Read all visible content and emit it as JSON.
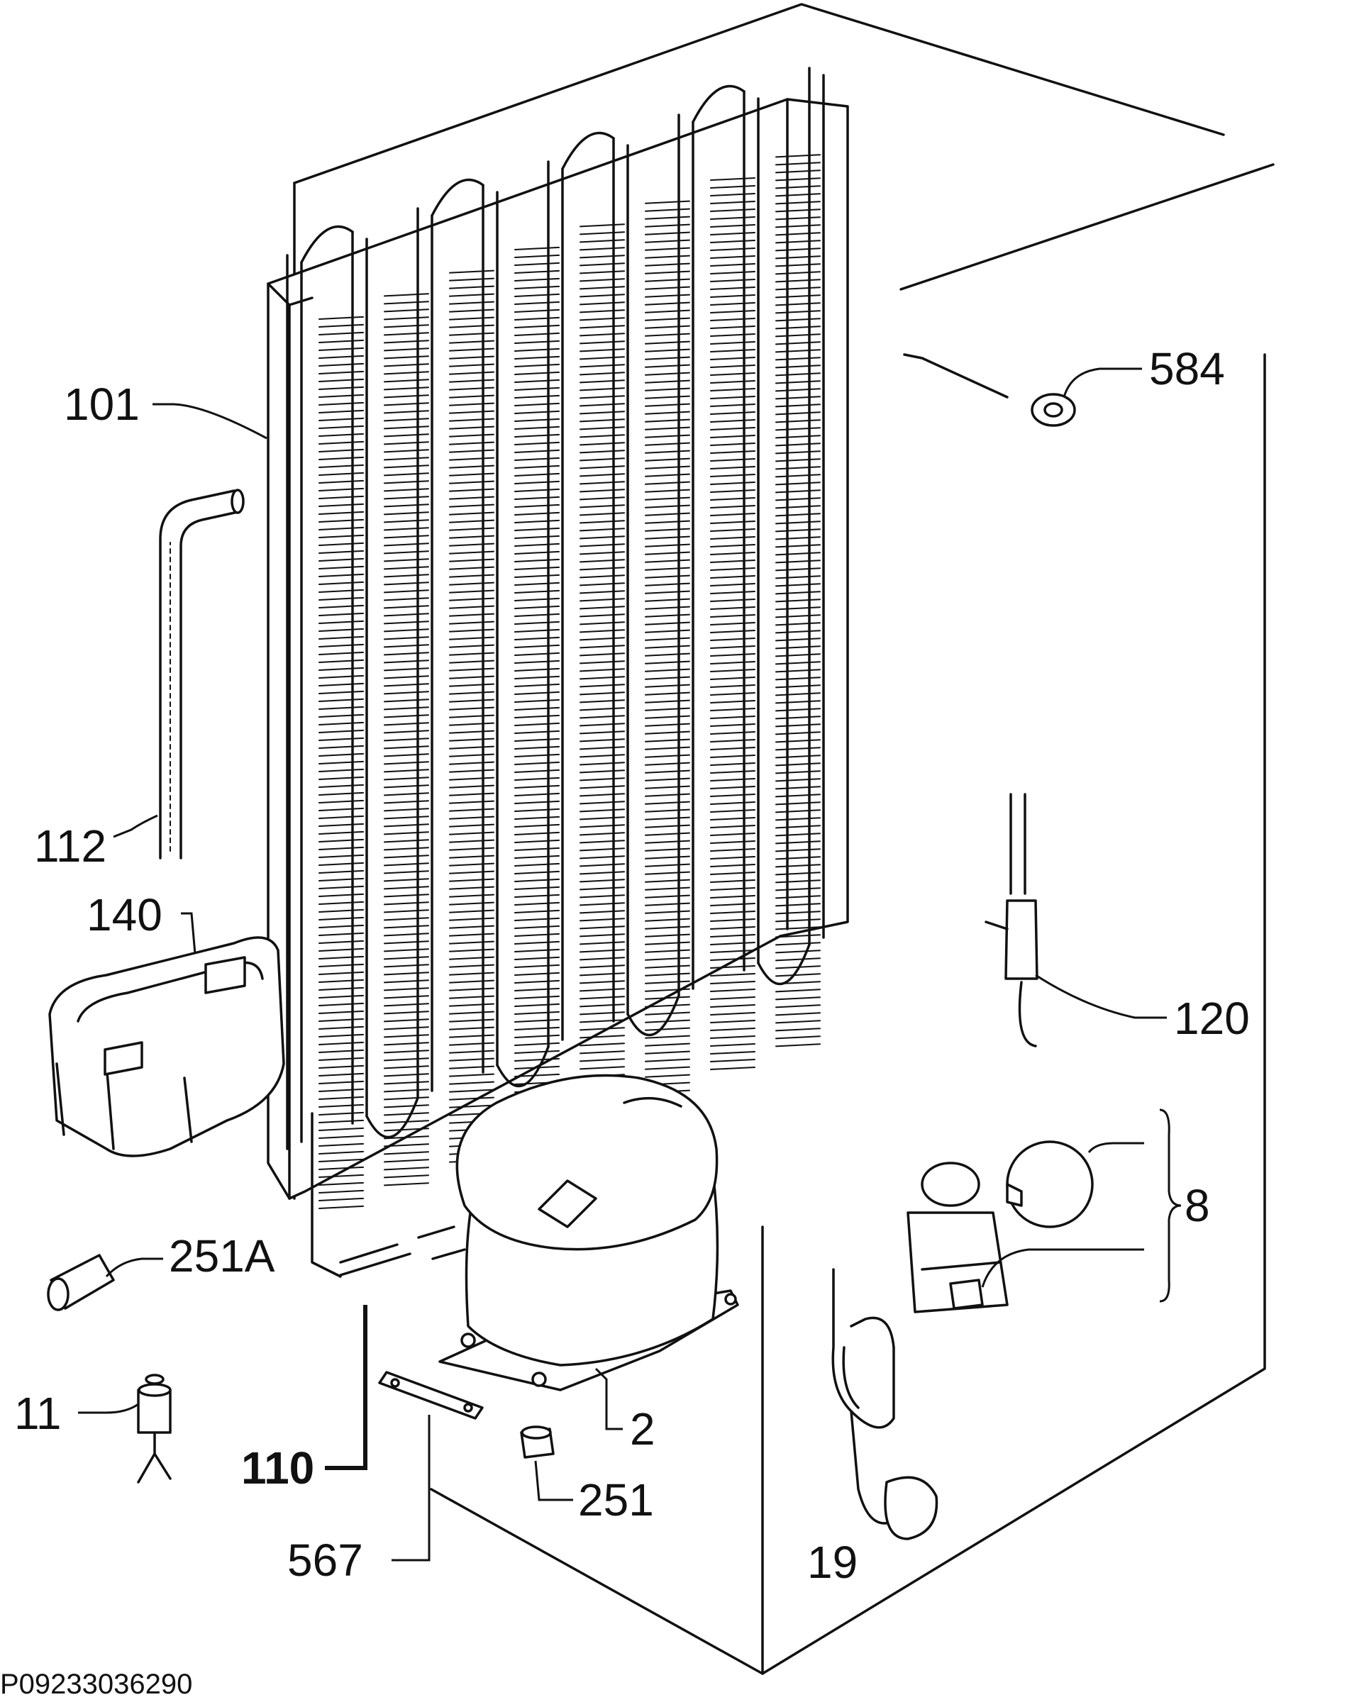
{
  "figure": {
    "reference_code": "P09233036290"
  },
  "callouts": {
    "c101": "101",
    "c112": "112",
    "c140": "140",
    "c251a": "251A",
    "c11": "11",
    "c110": "110",
    "c567": "567",
    "c251": "251",
    "c2": "2",
    "c19": "19",
    "c8": "8",
    "c120": "120",
    "c584": "584"
  }
}
